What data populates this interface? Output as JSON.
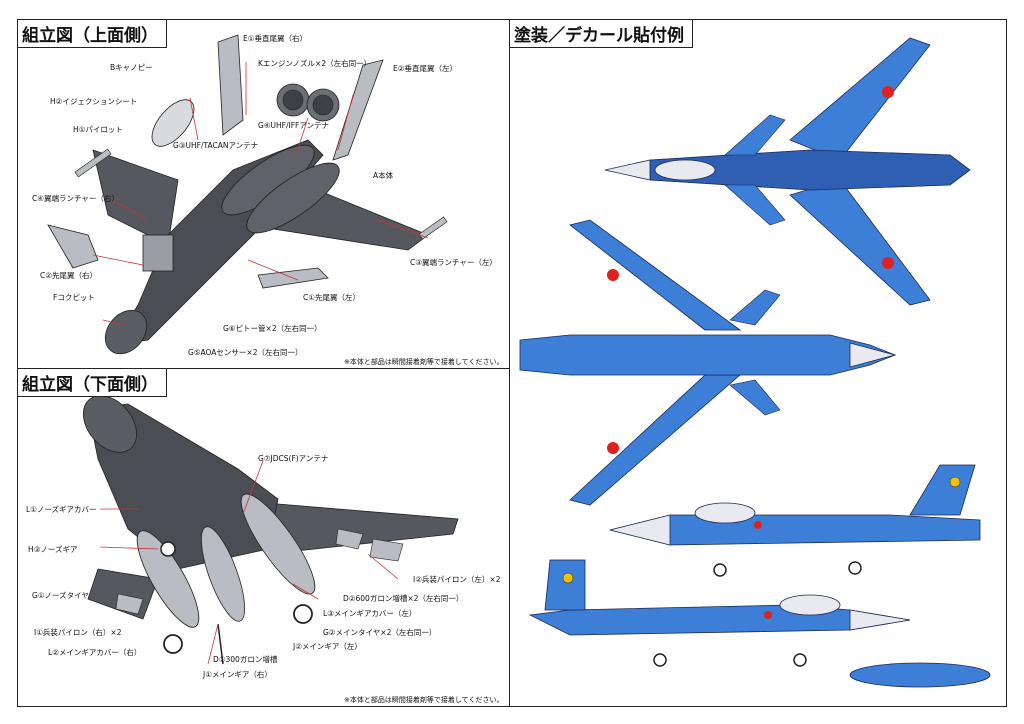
{
  "colors": {
    "gray": "#55585e",
    "gray_dark": "#3d4046",
    "blue": "#3d7fd6",
    "navy": "#1f3f86",
    "red": "#d22",
    "line": "#c33"
  },
  "panels": {
    "top_view": {
      "title": "組立図（上面側）",
      "note": "※本体と部品は瞬間接着剤等で接着してください。",
      "labels": {
        "e1": "E①垂直尾翼（右）",
        "b": "Bキャノピー",
        "k": "Kエンジンノズル×2（左右同一）",
        "e2": "E②垂直尾翼（左）",
        "h2": "H②イジェクションシート",
        "h1": "H①パイロット",
        "g4": "G④UHF/IFFアンテナ",
        "g3": "G③UHF/TACANアンテナ",
        "c4": "C④翼端ランチャー（右）",
        "a": "A本体",
        "c3": "C③翼端ランチャー（左）",
        "c2": "C②先尾翼（右）",
        "c1": "C①先尾翼（左）",
        "f": "Fコクピット",
        "g6": "G⑥ピトー管×2（左右同一）",
        "g5": "G⑤AOAセンサー×2（左右同一）"
      }
    },
    "bottom_view": {
      "title": "組立図（下面側）",
      "note": "※本体と部品は瞬間接着剤等で接着してください。",
      "labels": {
        "g7": "G⑦JDCS(F)アンテナ",
        "l1": "L①ノーズギアカバー",
        "h3": "H③ノーズギア",
        "g1": "G①ノーズタイヤ",
        "i2": "I②兵装パイロン（左）×2",
        "d2": "D②600ガロン増槽×2（左右同一）",
        "l3": "L③メインギアカバー（左）",
        "g2": "G②メインタイヤ×2（左右同一）",
        "i1": "I①兵装パイロン（右）×2",
        "j2": "J②メインギア（左）",
        "l2": "L②メインギアカバー（右）",
        "d1": "D①300ガロン増槽",
        "j1": "J①メインギア（右）"
      }
    },
    "paint": {
      "title": "塗装／デカール貼付例"
    }
  }
}
